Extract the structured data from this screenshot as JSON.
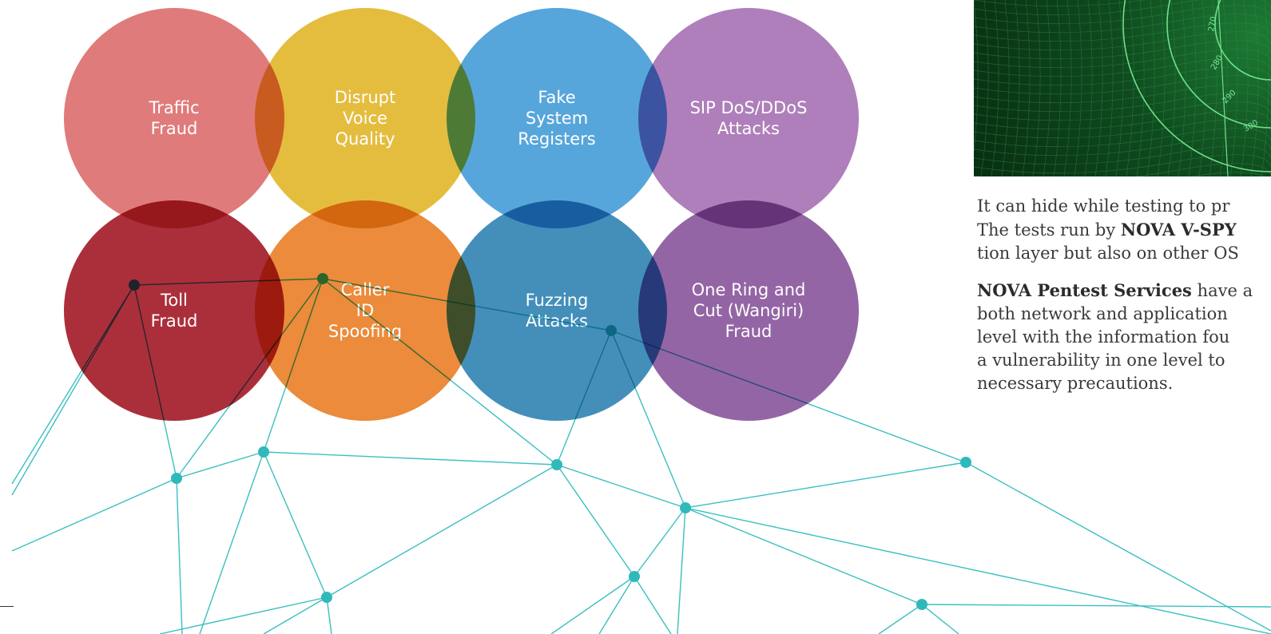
{
  "circles": [
    {
      "label": "Traffic\nFraud",
      "color": "#e07b7b"
    },
    {
      "label": "Disrupt\nVoice\nQuality",
      "color": "#e4bd3f"
    },
    {
      "label": "Fake\nSystem\nRegisters",
      "color": "#56a6db"
    },
    {
      "label": "SIP DoS/DDoS\nAttacks",
      "color": "#ae7fba"
    },
    {
      "label": "Toll\nFraud",
      "color": "#ab2f3a"
    },
    {
      "label": "Caller\nID\nSpoofing",
      "color": "#eb8b3b"
    },
    {
      "label": "Fuzzing\nAttacks",
      "color": "#438fba"
    },
    {
      "label": "One Ring and\nCut (Wangiri)\nFraud",
      "color": "#9465a4"
    }
  ],
  "colors": {
    "network_line": "#3bbfc0",
    "network_node": "#2fb9bb",
    "body_text": "#3a3a3a"
  },
  "text": {
    "p1_line1": "It can hide while testing to pr",
    "p1_line2_a": "The tests run by ",
    "p1_line2_bold": "NOVA V-SPY",
    "p1_line3": "tion layer but also on other OS",
    "p2_line1_bold": "NOVA Pentest Services",
    "p2_line1_b": " have a",
    "p2_line2": "both network and application",
    "p2_line3": "level with the information fou",
    "p2_line4": "a vulnerability in one level to",
    "p2_line5": "necessary precautions."
  },
  "radar_labels": [
    "270",
    "280",
    "290",
    "300"
  ]
}
